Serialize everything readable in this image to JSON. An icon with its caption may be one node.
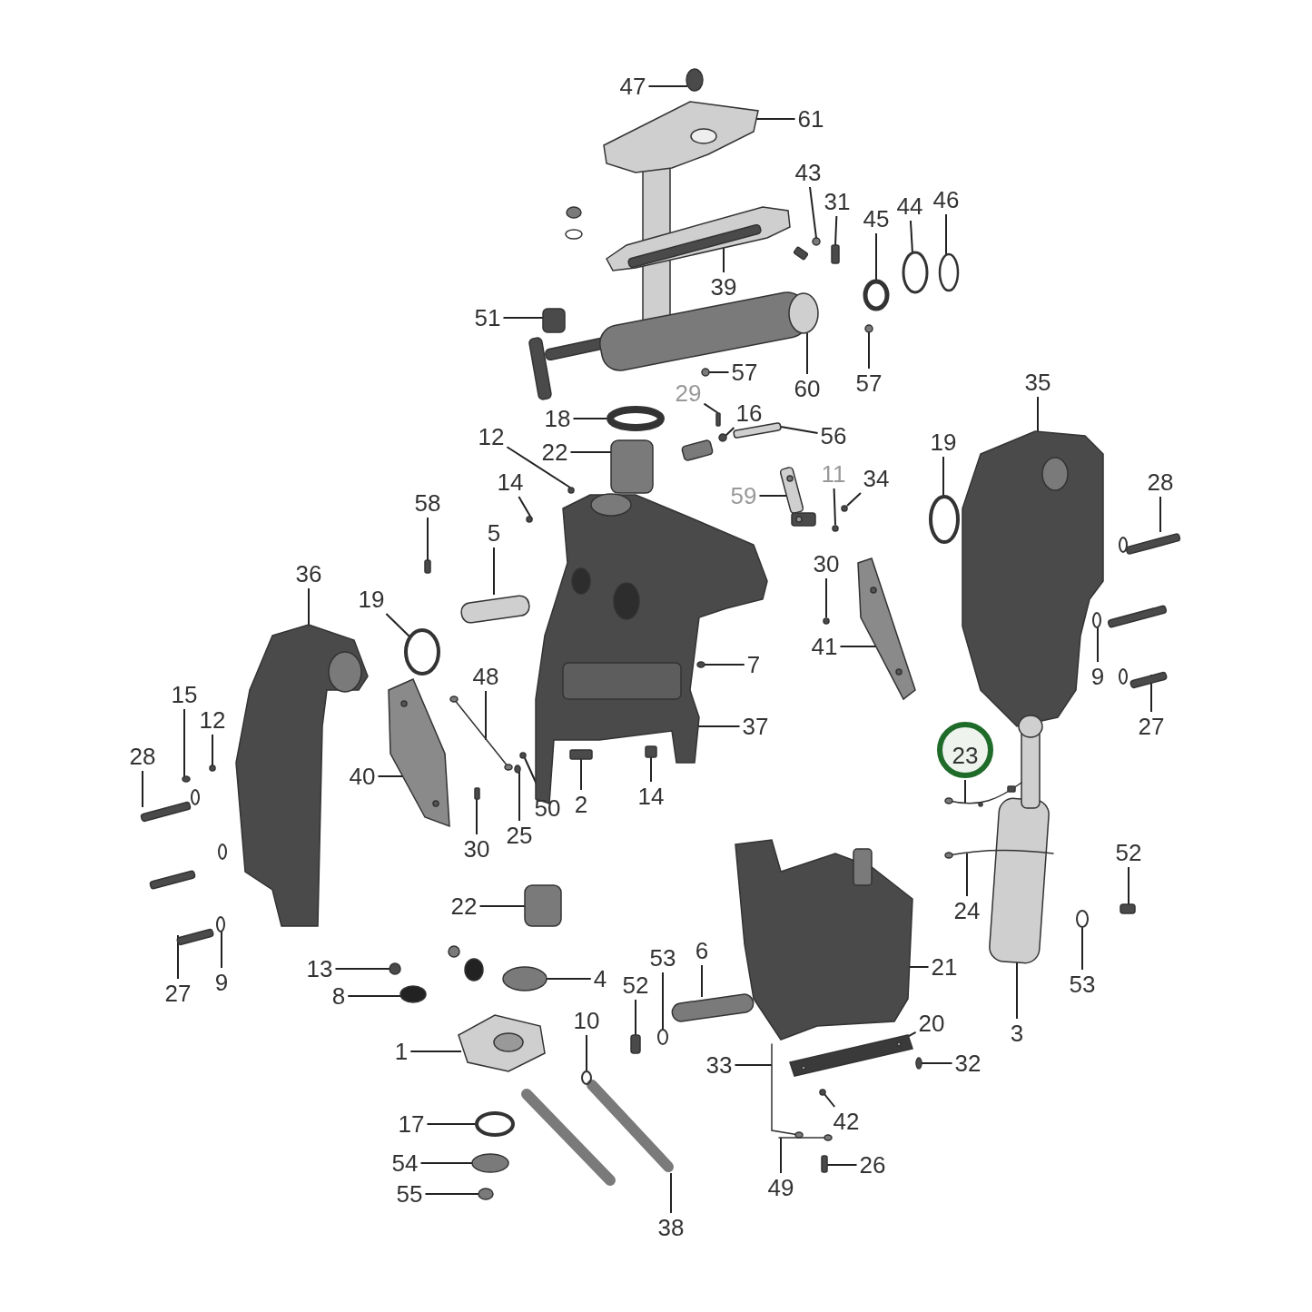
{
  "diagram": {
    "nodes": [
      {
        "text": [
          "47"
        ]
      },
      {
        "text": [
          "61"
        ]
      },
      {
        "text": [
          "43"
        ]
      },
      {
        "text": [
          "31"
        ]
      },
      {
        "text": [
          "45"
        ]
      },
      {
        "text": [
          "44"
        ]
      },
      {
        "text": [
          "46"
        ]
      },
      {
        "text": [
          "39"
        ]
      },
      {
        "text": [
          "51"
        ]
      },
      {
        "text": [
          "60"
        ]
      },
      {
        "text": [
          "57"
        ]
      },
      {
        "text": [
          "57"
        ]
      },
      {
        "text": [
          "29"
        ]
      },
      {
        "text": [
          "16"
        ]
      },
      {
        "text": [
          "56"
        ]
      },
      {
        "text": [
          "18"
        ]
      },
      {
        "text": [
          "22"
        ]
      },
      {
        "text": [
          "12"
        ]
      },
      {
        "text": [
          "14"
        ]
      },
      {
        "text": [
          "59"
        ]
      },
      {
        "text": [
          "11"
        ]
      },
      {
        "text": [
          "34"
        ]
      },
      {
        "text": [
          "58"
        ]
      },
      {
        "text": [
          "5"
        ]
      },
      {
        "text": [
          "36"
        ]
      },
      {
        "text": [
          "19"
        ]
      },
      {
        "text": [
          "30"
        ]
      },
      {
        "text": [
          "41"
        ]
      },
      {
        "text": [
          "7"
        ]
      },
      {
        "text": [
          "19"
        ]
      },
      {
        "text": [
          "35"
        ]
      },
      {
        "text": [
          "28"
        ]
      },
      {
        "text": [
          "9"
        ]
      },
      {
        "text": [
          "27"
        ]
      },
      {
        "text": [
          "48"
        ]
      },
      {
        "text": [
          "15"
        ]
      },
      {
        "text": [
          "12"
        ]
      },
      {
        "text": [
          "28"
        ]
      },
      {
        "text": [
          "40"
        ]
      },
      {
        "text": [
          "37"
        ]
      },
      {
        "text": [
          "2"
        ]
      },
      {
        "text": [
          "14"
        ]
      },
      {
        "text": [
          "50"
        ]
      },
      {
        "text": [
          "25"
        ]
      },
      {
        "text": [
          "30"
        ]
      },
      {
        "text": [
          "23"
        ]
      },
      {
        "text": [
          "24"
        ]
      },
      {
        "text": [
          "52"
        ]
      },
      {
        "text": [
          "53"
        ]
      },
      {
        "text": [
          "3"
        ]
      },
      {
        "text": [
          "21"
        ]
      },
      {
        "text": [
          "20"
        ]
      },
      {
        "text": [
          "32"
        ]
      },
      {
        "text": [
          "33"
        ]
      },
      {
        "text": [
          "42"
        ]
      },
      {
        "text": [
          "26"
        ]
      },
      {
        "text": [
          "49"
        ]
      },
      {
        "text": [
          "22"
        ]
      },
      {
        "text": [
          "13"
        ]
      },
      {
        "text": [
          "8"
        ]
      },
      {
        "text": [
          "4"
        ]
      },
      {
        "text": [
          "6"
        ]
      },
      {
        "text": [
          "53"
        ]
      },
      {
        "text": [
          "52"
        ]
      },
      {
        "text": [
          "10"
        ]
      },
      {
        "text": [
          "1"
        ]
      },
      {
        "text": [
          "17"
        ]
      },
      {
        "text": [
          "54"
        ]
      },
      {
        "text": [
          "55"
        ]
      },
      {
        "text": [
          "38"
        ]
      },
      {
        "text": [
          "27"
        ]
      },
      {
        "text": [
          "9"
        ]
      },
      {
        "text": [],
        "shape": "circle"
      },
      {
        "text": [],
        "shape": "picture"
      },
      {
        "text": [],
        "shape": "circle"
      },
      {
        "text": [],
        "shape": "box"
      },
      {
        "text": [],
        "shape": "circle"
      },
      {
        "text": [],
        "shape": "circle"
      },
      {
        "text": [],
        "shape": "circle"
      },
      {
        "text": [],
        "shape": "picture"
      },
      {
        "text": [],
        "shape": "box"
      },
      {
        "text": [],
        "shape": "picture"
      },
      {
        "text": [],
        "shape": "circle"
      },
      {
        "text": [],
        "shape": "circle"
      },
      {
        "text": [],
        "shape": "box"
      },
      {
        "text": [],
        "shape": "circle"
      },
      {
        "text": [],
        "shape": "bar"
      },
      {
        "text": [],
        "shape": "circle"
      },
      {
        "text": [],
        "shape": "box"
      },
      {
        "text": [],
        "shape": "circle"
      },
      {
        "text": [],
        "shape": "circle"
      },
      {
        "text": [],
        "shape": "picture"
      },
      {
        "text": [],
        "shape": "circle"
      },
      {
        "text": [],
        "shape": "circle"
      },
      {
        "text": [],
        "shape": "box"
      },
      {
        "text": [],
        "shape": "bar"
      },
      {
        "text": [],
        "shape": "picture"
      },
      {
        "text": [],
        "shape": "circle"
      },
      {
        "text": [],
        "shape": "circle"
      },
      {
        "text": [],
        "shape": "picture"
      },
      {
        "text": [],
        "shape": "circle"
      },
      {
        "text": [],
        "shape": "circle"
      },
      {
        "text": [],
        "shape": "picture"
      },
      {
        "text": [],
        "shape": "bar"
      },
      {
        "text": [],
        "shape": "circle"
      },
      {
        "text": [],
        "shape": "bar"
      },
      {
        "text": [],
        "shape": "picture"
      },
      {
        "text": [],
        "shape": "circle"
      },
      {
        "text": [],
        "shape": "circle"
      },
      {
        "text": [],
        "shape": "bar"
      },
      {
        "text": [],
        "shape": "picture"
      },
      {
        "text": [],
        "shape": "picture"
      },
      {
        "text": [],
        "shape": "box"
      },
      {
        "text": [],
        "shape": "box"
      },
      {
        "text": [],
        "shape": "circle"
      },
      {
        "text": [],
        "shape": "circle"
      },
      {
        "text": [],
        "shape": "box"
      },
      {
        "text": [],
        "shape": "picture"
      },
      {
        "text": [],
        "shape": "picture"
      },
      {
        "text": [],
        "shape": "box"
      },
      {
        "text": [],
        "shape": "circle"
      },
      {
        "text": [],
        "shape": "picture"
      },
      {
        "text": [],
        "shape": "picture"
      },
      {
        "text": [],
        "shape": "picture"
      },
      {
        "text": [],
        "shape": "circle"
      },
      {
        "text": [],
        "shape": "picture"
      },
      {
        "text": [],
        "shape": "circle"
      },
      {
        "text": [],
        "shape": "box"
      },
      {
        "text": [],
        "shape": "picture"
      },
      {
        "text": [],
        "shape": "box"
      },
      {
        "text": [],
        "shape": "circle"
      },
      {
        "text": [],
        "shape": "circle"
      },
      {
        "text": [],
        "shape": "circle"
      },
      {
        "text": [],
        "shape": "bar"
      },
      {
        "text": [],
        "shape": "circle"
      },
      {
        "text": [],
        "shape": "box"
      },
      {
        "text": [],
        "shape": "circle"
      },
      {
        "text": [],
        "shape": "picture"
      },
      {
        "text": [],
        "shape": "circle"
      },
      {
        "text": [],
        "shape": "circle"
      },
      {
        "text": [],
        "shape": "circle"
      },
      {
        "text": [],
        "shape": "bar"
      },
      {
        "text": [],
        "shape": "bar"
      },
      {
        "text": [],
        "shape": "circle"
      }
    ],
    "edges": [
      {
        "from": 0,
        "to": 72,
        "arrow": "none"
      },
      {
        "from": 1,
        "to": 73,
        "arrow": "none"
      },
      {
        "from": 2,
        "to": 74,
        "arrow": "none"
      },
      {
        "from": 3,
        "to": 75,
        "arrow": "none"
      },
      {
        "from": 4,
        "to": 76,
        "arrow": "none"
      },
      {
        "from": 5,
        "to": 77,
        "arrow": "none"
      },
      {
        "from": 6,
        "to": 78,
        "arrow": "none"
      },
      {
        "from": 7,
        "to": 79,
        "arrow": "none"
      },
      {
        "from": 8,
        "to": 80,
        "arrow": "none"
      },
      {
        "from": 9,
        "to": 81,
        "arrow": "none"
      },
      {
        "from": 10,
        "to": 82,
        "arrow": "none"
      },
      {
        "from": 11,
        "to": 83,
        "arrow": "none"
      },
      {
        "from": 12,
        "to": 84,
        "arrow": "none"
      },
      {
        "from": 13,
        "to": 85,
        "arrow": "none"
      },
      {
        "from": 14,
        "to": 86,
        "arrow": "none"
      },
      {
        "from": 15,
        "to": 87,
        "arrow": "none"
      },
      {
        "from": 16,
        "to": 88,
        "arrow": "none"
      },
      {
        "from": 17,
        "to": 89,
        "arrow": "none"
      },
      {
        "from": 18,
        "to": 90,
        "arrow": "none"
      },
      {
        "from": 19,
        "to": 91,
        "arrow": "none"
      },
      {
        "from": 20,
        "to": 92,
        "arrow": "none"
      },
      {
        "from": 21,
        "to": 93,
        "arrow": "none"
      },
      {
        "from": 22,
        "to": 94,
        "arrow": "none"
      },
      {
        "from": 23,
        "to": 95,
        "arrow": "none"
      },
      {
        "from": 24,
        "to": 96,
        "arrow": "none"
      },
      {
        "from": 25,
        "to": 97,
        "arrow": "none"
      },
      {
        "from": 26,
        "to": 98,
        "arrow": "none"
      },
      {
        "from": 27,
        "to": 99,
        "arrow": "none"
      },
      {
        "from": 28,
        "to": 100,
        "arrow": "none"
      },
      {
        "from": 29,
        "to": 101,
        "arrow": "none"
      },
      {
        "from": 30,
        "to": 102,
        "arrow": "none"
      },
      {
        "from": 31,
        "to": 103,
        "arrow": "none"
      },
      {
        "from": 32,
        "to": 104,
        "arrow": "none"
      },
      {
        "from": 33,
        "to": 105,
        "arrow": "none"
      },
      {
        "from": 34,
        "to": 106,
        "arrow": "none"
      },
      {
        "from": 35,
        "to": 107,
        "arrow": "none"
      },
      {
        "from": 36,
        "to": 108,
        "arrow": "none"
      },
      {
        "from": 37,
        "to": 109,
        "arrow": "none"
      },
      {
        "from": 38,
        "to": 110,
        "arrow": "none"
      },
      {
        "from": 39,
        "to": 111,
        "arrow": "none"
      },
      {
        "from": 40,
        "to": 112,
        "arrow": "none"
      },
      {
        "from": 41,
        "to": 113,
        "arrow": "none"
      },
      {
        "from": 42,
        "to": 114,
        "arrow": "none"
      },
      {
        "from": 43,
        "to": 115,
        "arrow": "none"
      },
      {
        "from": 44,
        "to": 116,
        "arrow": "none"
      },
      {
        "from": 45,
        "to": 117,
        "arrow": "none"
      },
      {
        "from": 46,
        "to": 118,
        "arrow": "none"
      },
      {
        "from": 47,
        "to": 119,
        "arrow": "none"
      },
      {
        "from": 48,
        "to": 120,
        "arrow": "none"
      },
      {
        "from": 49,
        "to": 121,
        "arrow": "none"
      },
      {
        "from": 50,
        "to": 122,
        "arrow": "none"
      },
      {
        "from": 51,
        "to": 123,
        "arrow": "none"
      },
      {
        "from": 52,
        "to": 124,
        "arrow": "none"
      },
      {
        "from": 53,
        "to": 125,
        "arrow": "none"
      },
      {
        "from": 54,
        "to": 126,
        "arrow": "none"
      },
      {
        "from": 55,
        "to": 127,
        "arrow": "none"
      },
      {
        "from": 56,
        "to": 128,
        "arrow": "none"
      },
      {
        "from": 57,
        "to": 129,
        "arrow": "none"
      },
      {
        "from": 58,
        "to": 130,
        "arrow": "none"
      },
      {
        "from": 59,
        "to": 131,
        "arrow": "none"
      },
      {
        "from": 60,
        "to": 132,
        "arrow": "none"
      },
      {
        "from": 61,
        "to": 133,
        "arrow": "none"
      },
      {
        "from": 62,
        "to": 134,
        "arrow": "none"
      },
      {
        "from": 63,
        "to": 135,
        "arrow": "none"
      },
      {
        "from": 64,
        "to": 136,
        "arrow": "none"
      },
      {
        "from": 65,
        "to": 137,
        "arrow": "none"
      },
      {
        "from": 66,
        "to": 138,
        "arrow": "none"
      },
      {
        "from": 67,
        "to": 139,
        "arrow": "none"
      },
      {
        "from": 68,
        "to": 140,
        "arrow": "none"
      },
      {
        "from": 69,
        "to": 141,
        "arrow": "none"
      },
      {
        "from": 70,
        "to": 142,
        "arrow": "none"
      },
      {
        "from": 71,
        "to": 143,
        "arrow": "none"
      }
    ]
  }
}
